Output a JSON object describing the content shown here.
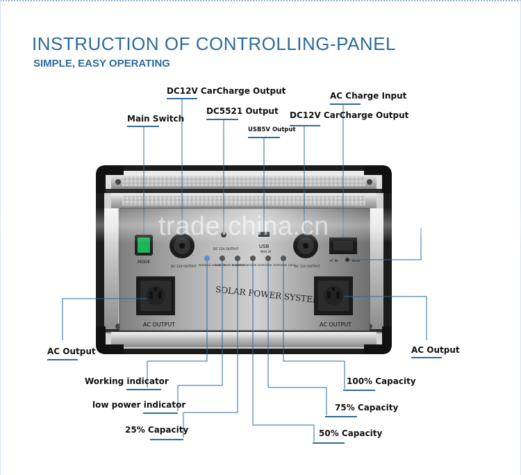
{
  "header": {
    "title": "INSTRUCTION OF CONTROLLING-PANEL",
    "subtitle": "SIMPLE, EASY OPERATING"
  },
  "callouts": {
    "dc12v_car_charge_output_1": "DC12V CarCharge Output",
    "main_switch": "Main Switch",
    "dc5521_output": "DC5521 Output",
    "usb5v_output": "USB5V Output",
    "dc12v_car_charge_output_2": "DC12V CarCharge Output",
    "ac_charge_input": "AC Charge Input",
    "ac_output_left": "AC Output",
    "ac_output_right": "AC Output",
    "working_indicator": "Working indicator",
    "low_power_indicator": "low power indicator",
    "capacity_25": "25% Capacity",
    "capacity_50": "50% Capacity",
    "capacity_75": "75% Capacity",
    "capacity_100": "100% Capacity"
  },
  "device": {
    "mode_label": "MODE",
    "dc_output_label_left": "DC 12V OUTPUT",
    "dc_output_label_right": "DC 12V OUTPUT",
    "dc12v_output_top": "DC 12V OUTPUT",
    "usb_label": "USB",
    "usb_sub": "MAX 2A",
    "indicator_labels": [
      "WORKING INDICATOR",
      "LOW POWER ALARMING",
      "POWER 25%",
      "POWER 50%",
      "POWER 75%",
      "POWER 100%"
    ],
    "panel_name": "SOLAR POWER SYSTEM",
    "ac_output_left": "AC OUTPUT",
    "ac_output_right": "AC OUTPUT",
    "ac_input_small": "AC IN",
    "fuse_label": "BLUE"
  },
  "watermark": "trade.china.cn",
  "colors": {
    "accent": "#2b6a9b",
    "switch_green": "#1fb35a",
    "led_blue": "#5a8fd0"
  }
}
